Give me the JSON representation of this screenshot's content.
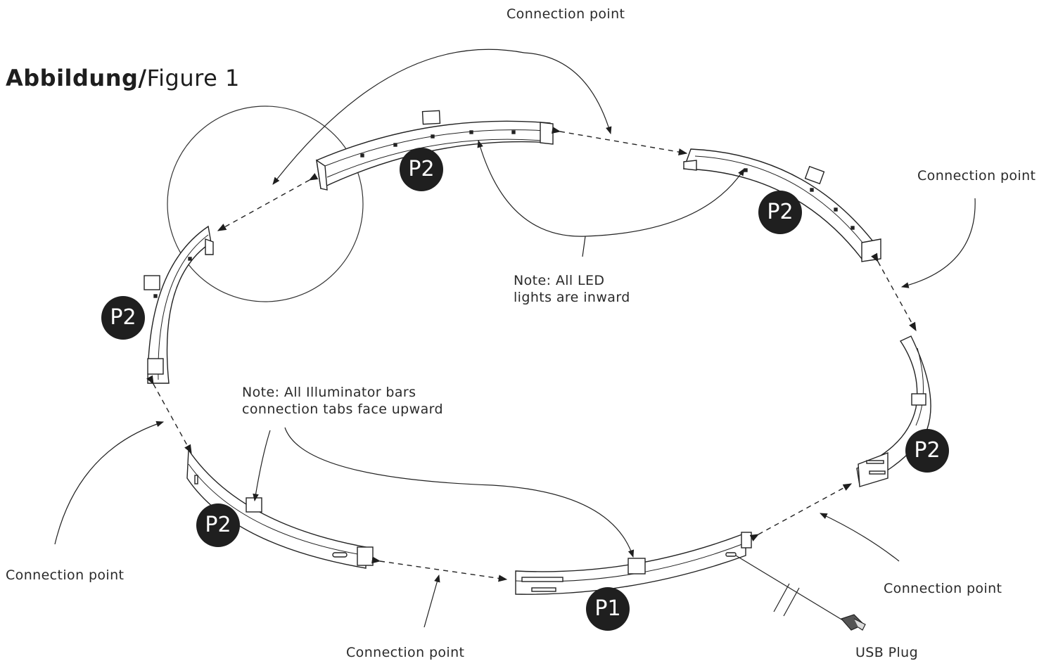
{
  "title": {
    "bold": "Abbildung/",
    "normal": "Figure 1"
  },
  "labels": {
    "conn_top": "Connection point",
    "conn_right": "Connection point",
    "conn_left": "Connection point",
    "conn_bottom": "Connection point",
    "conn_bottom_right": "Connection point",
    "note_led_line1": "Note: All LED",
    "note_led_line2": "lights are inward",
    "note_tabs_line1": "Note: All Illuminator bars",
    "note_tabs_line2": "connection tabs face upward",
    "usb": "USB Plug"
  },
  "parts": {
    "p2_top": "P2",
    "p2_top_right": "P2",
    "p2_left": "P2",
    "p2_right": "P2",
    "p2_bottom_left": "P2",
    "p1_bottom": "P1"
  }
}
